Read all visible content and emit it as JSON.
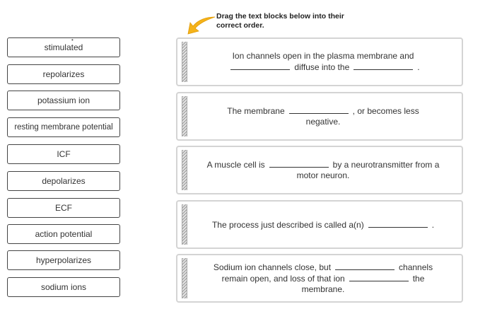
{
  "instructions": "Drag the text blocks below into their correct order.",
  "word_bank": [
    "stimulated",
    "repolarizes",
    "potassium ion",
    "resting membrane potential",
    "ICF",
    "depolarizes",
    "ECF",
    "action potential",
    "hyperpolarizes",
    "sodium ions"
  ],
  "sentences": [
    {
      "parts": [
        "Ion channels open in the plasma membrane and",
        "diffuse into the",
        "."
      ]
    },
    {
      "parts": [
        "The membrane",
        ", or becomes less negative."
      ]
    },
    {
      "parts": [
        "A muscle cell is",
        "by a neurotransmitter from a motor neuron."
      ]
    },
    {
      "parts": [
        "The process just described is called a(n)",
        "."
      ]
    },
    {
      "parts": [
        "Sodium ion channels close, but",
        "channels remain open, and loss of that ion",
        "the membrane."
      ]
    }
  ],
  "colors": {
    "arrow": "#f5b31a",
    "border": "#d4d4d4"
  }
}
